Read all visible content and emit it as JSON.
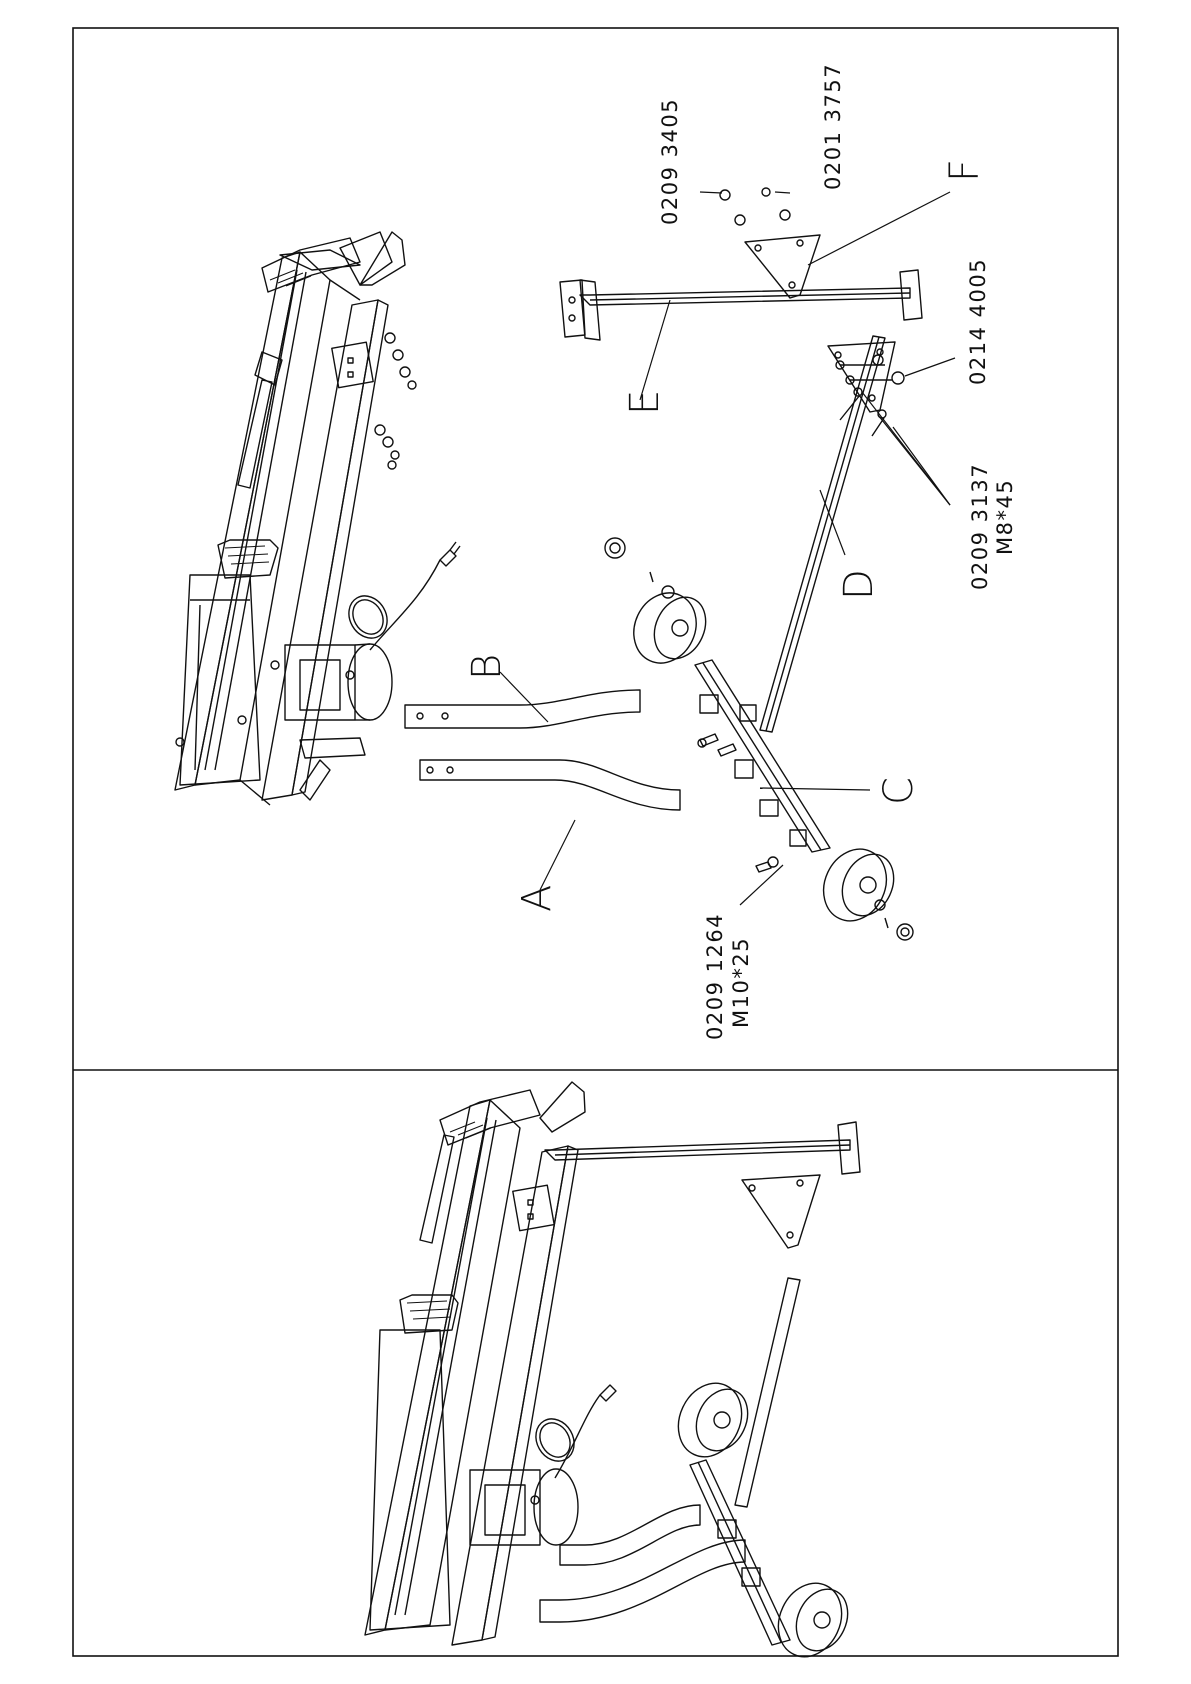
{
  "labels": {
    "A": "A",
    "B": "B",
    "C": "C",
    "D": "D",
    "E": "E",
    "F": "F"
  },
  "codes": {
    "c1_num": "0209  3405",
    "c2_num": "0201  3757",
    "c3_num": "0214  4005",
    "c4_num": "0209  3137",
    "c4_size": "M8*45",
    "c5_num": "0209  1264",
    "c5_size": "M10*25"
  }
}
